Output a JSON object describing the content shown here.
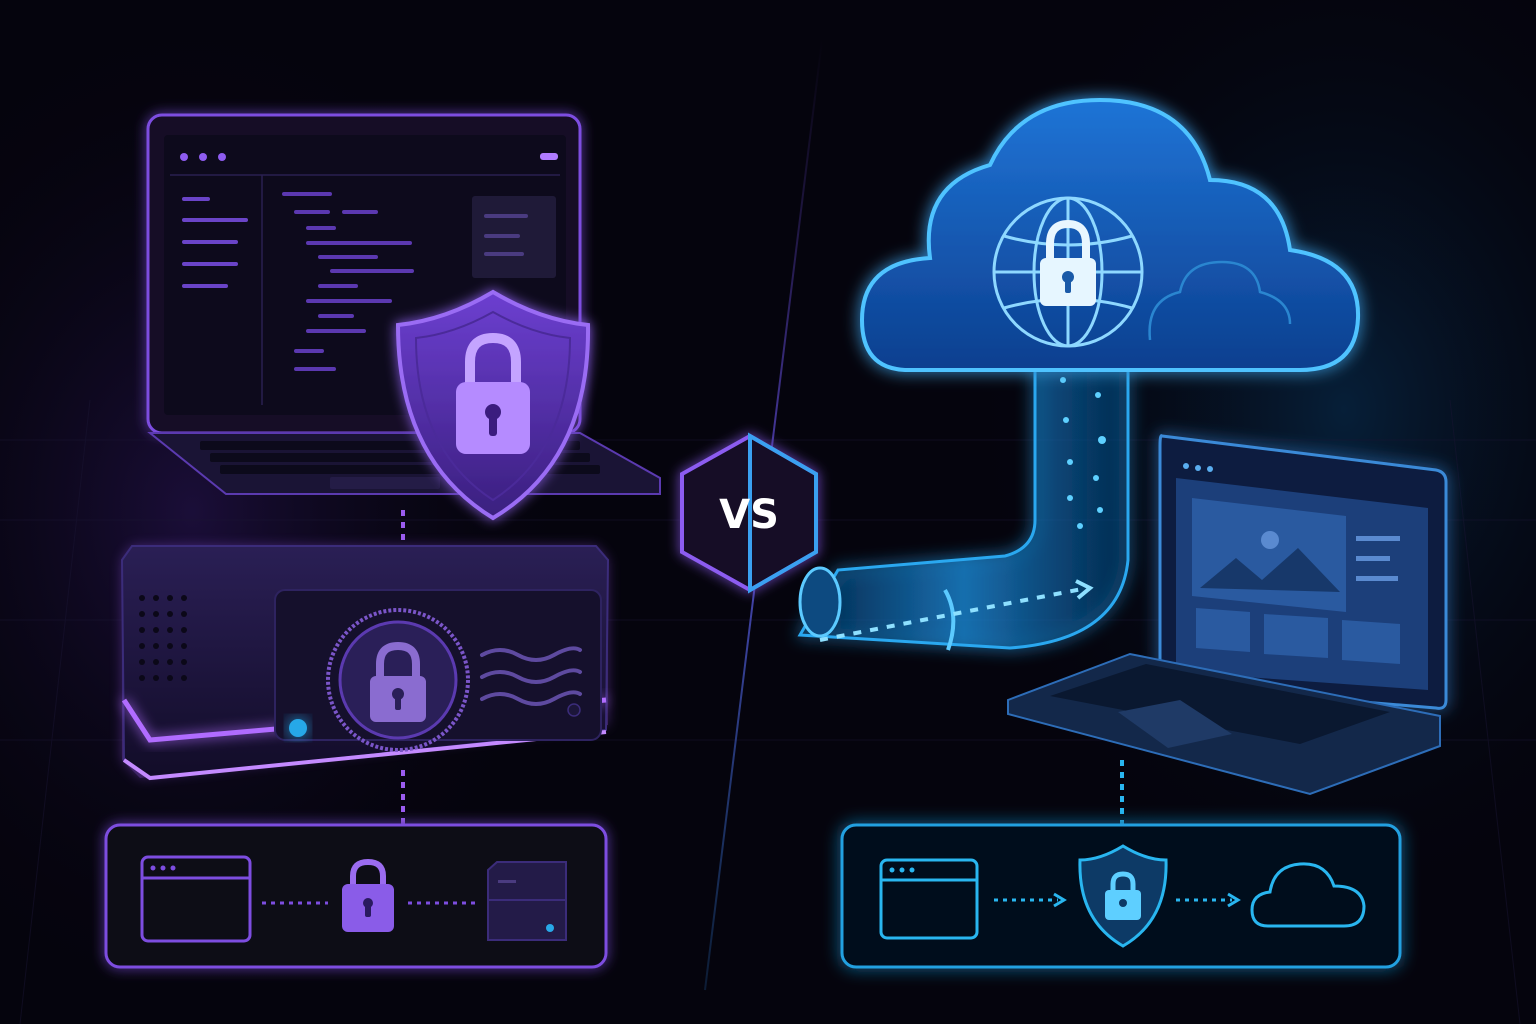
{
  "badge": {
    "text": "VS"
  },
  "colors": {
    "background": "#05040d",
    "left_accent": "#9b5cf0",
    "right_accent": "#29b6f0"
  },
  "left_panel": {
    "theme": "purple",
    "icons": [
      "laptop-icon",
      "shield-lock-icon",
      "server-box-icon",
      "lock-seal-icon"
    ],
    "flow": [
      "browser-window-icon",
      "padlock-icon",
      "server-icon"
    ]
  },
  "right_panel": {
    "theme": "blue",
    "icons": [
      "cloud-icon",
      "globe-lock-icon",
      "data-tunnel-icon",
      "laptop-icon"
    ],
    "flow": [
      "browser-window-icon",
      "shield-lock-icon",
      "cloud-icon"
    ]
  }
}
